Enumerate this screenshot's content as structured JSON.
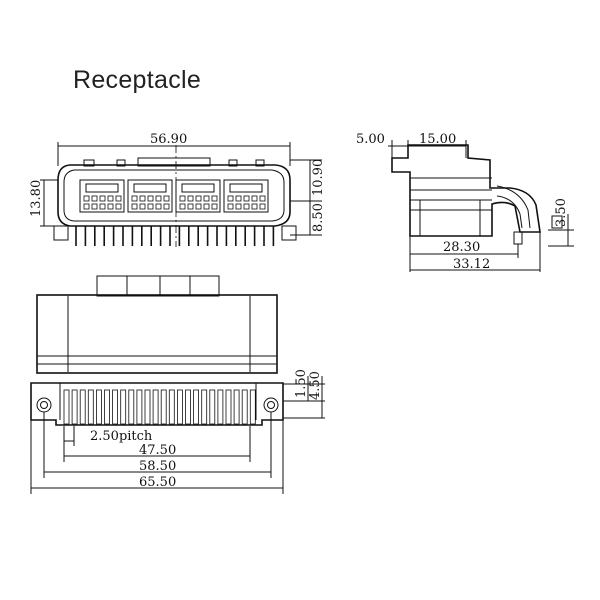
{
  "title": "Receptacle",
  "front_view": {
    "width_top": "56.90",
    "height_total": "13.80",
    "height_upper": "10.90",
    "height_lower": "8.50"
  },
  "side_view": {
    "dim_a": "5.00",
    "dim_b": "15.00",
    "dim_c": "3.50",
    "dim_d": "28.30",
    "dim_e": "33.12"
  },
  "bottom_view": {
    "pitch": "2.50pitch",
    "span_inner": "47.50",
    "span_mid": "58.50",
    "span_outer": "65.50",
    "dim_v1": "1.50",
    "dim_v2": "4.50"
  }
}
